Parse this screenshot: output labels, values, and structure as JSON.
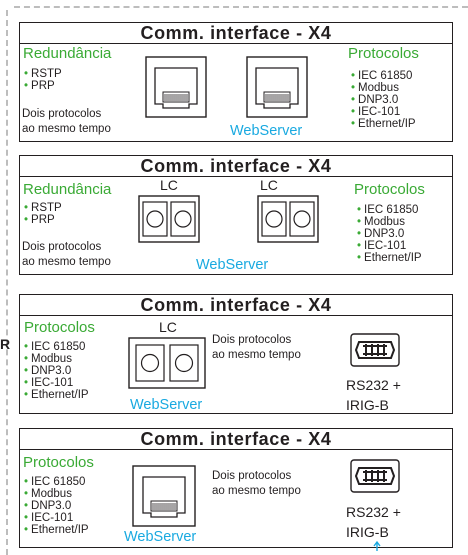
{
  "panels": [
    {
      "title": "Comm. interface - X4",
      "left_heading": "Redundância",
      "left_items": [
        "RSTP",
        "PRP"
      ],
      "left_note": [
        "Dois protocolos",
        "ao mesmo tempo"
      ],
      "right_heading": "Protocolos",
      "right_items": [
        "IEC 61850",
        "Modbus",
        "DNP3.0",
        "IEC-101",
        "Ethernet/IP"
      ],
      "webserver": "WebServer"
    },
    {
      "title": "Comm. interface - X4",
      "left_heading": "Redundância",
      "left_items": [
        "RSTP",
        "PRP"
      ],
      "left_note": [
        "Dois protocolos",
        "ao mesmo tempo"
      ],
      "connector_labels": [
        "LC",
        "LC"
      ],
      "right_heading": "Protocolos",
      "right_items": [
        "IEC 61850",
        "Modbus",
        "DNP3.0",
        "IEC-101",
        "Ethernet/IP"
      ],
      "webserver": "WebServer"
    },
    {
      "title": "Comm. interface - X4",
      "left_heading": "Protocolos",
      "left_items": [
        "IEC 61850",
        "Modbus",
        "DNP3.0",
        "IEC-101",
        "Ethernet/IP"
      ],
      "connector_label": "LC",
      "note": [
        "Dois protocolos",
        "ao mesmo tempo"
      ],
      "serial": [
        "RS232 +",
        "IRIG-B"
      ],
      "webserver": "WebServer"
    },
    {
      "title": "Comm. interface - X4",
      "left_heading": "Protocolos",
      "left_items": [
        "IEC 61850",
        "Modbus",
        "DNP3.0",
        "IEC-101",
        "Ethernet/IP"
      ],
      "note": [
        "Dois protocolos",
        "ao mesmo tempo"
      ],
      "serial": [
        "RS232 +",
        "IRIG-B"
      ],
      "webserver": "WebServer"
    }
  ],
  "stray_label": "R",
  "colors": {
    "heading": "#3aaa35",
    "webserver": "#19a9e0",
    "line": "#231f20",
    "dash": "#bdbdbd"
  }
}
